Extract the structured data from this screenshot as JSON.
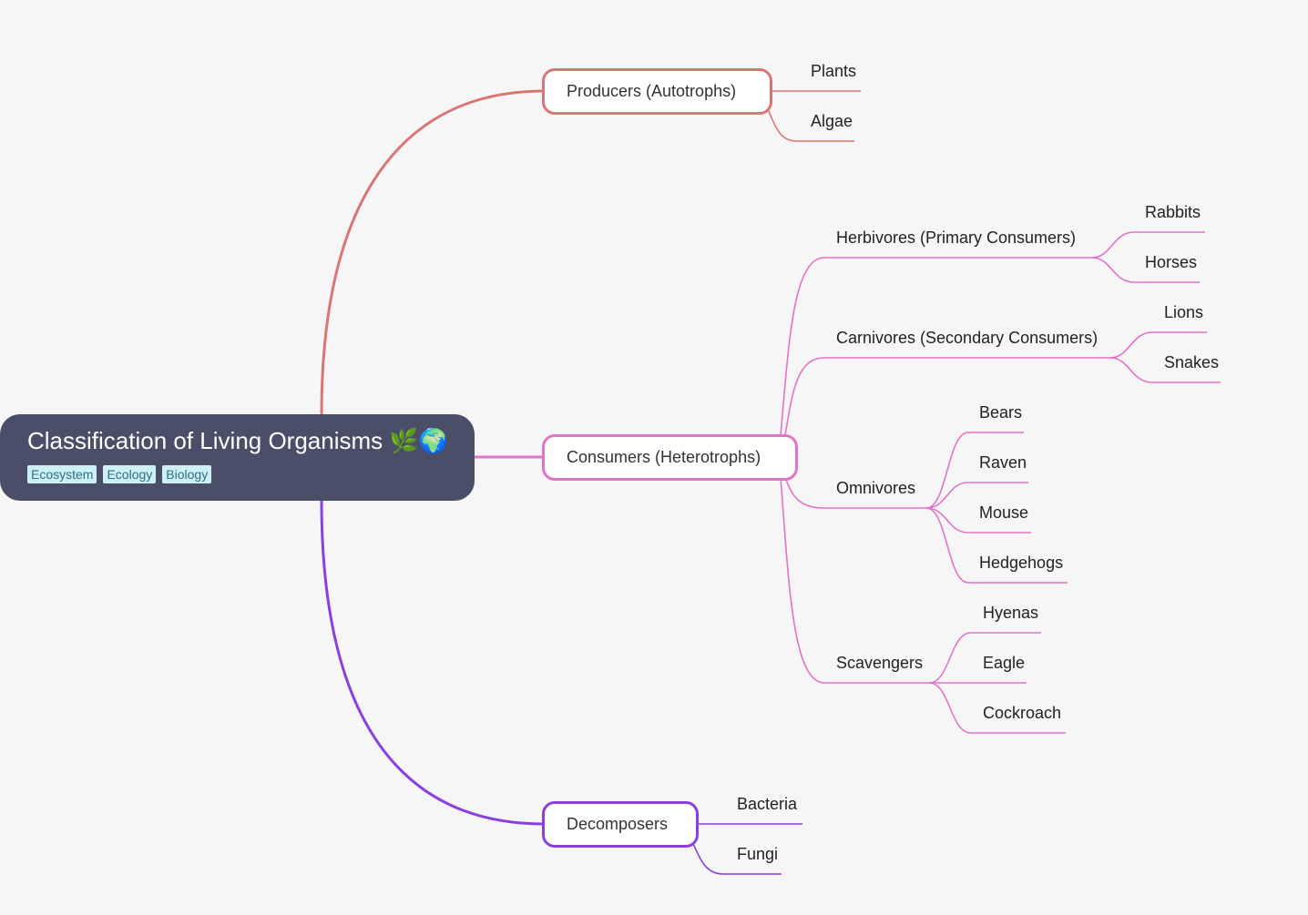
{
  "root": {
    "title": "Classification of Living Organisms 🌿🌍",
    "tags": [
      "Ecosystem",
      "Ecology",
      "Biology"
    ],
    "color": "#4a4e69"
  },
  "branches": {
    "producers": {
      "label": "Producers (Autotrophs)",
      "color": "#d97575",
      "children": [
        "Plants",
        "Algae"
      ]
    },
    "consumers": {
      "label": "Consumers (Heterotrophs)",
      "color": "#e274c8",
      "groups": [
        {
          "label": "Herbivores (Primary Consumers)",
          "children": [
            "Rabbits",
            "Horses"
          ]
        },
        {
          "label": "Carnivores (Secondary Consumers)",
          "children": [
            "Lions",
            "Snakes"
          ]
        },
        {
          "label": "Omnivores",
          "children": [
            "Bears",
            "Raven",
            "Mouse",
            "Hedgehogs"
          ]
        },
        {
          "label": "Scavengers",
          "children": [
            "Hyenas",
            "Eagle",
            "Cockroach"
          ]
        }
      ]
    },
    "decomposers": {
      "label": "Decomposers",
      "color": "#8a3fe2",
      "children": [
        "Bacteria",
        "Fungi"
      ]
    }
  }
}
